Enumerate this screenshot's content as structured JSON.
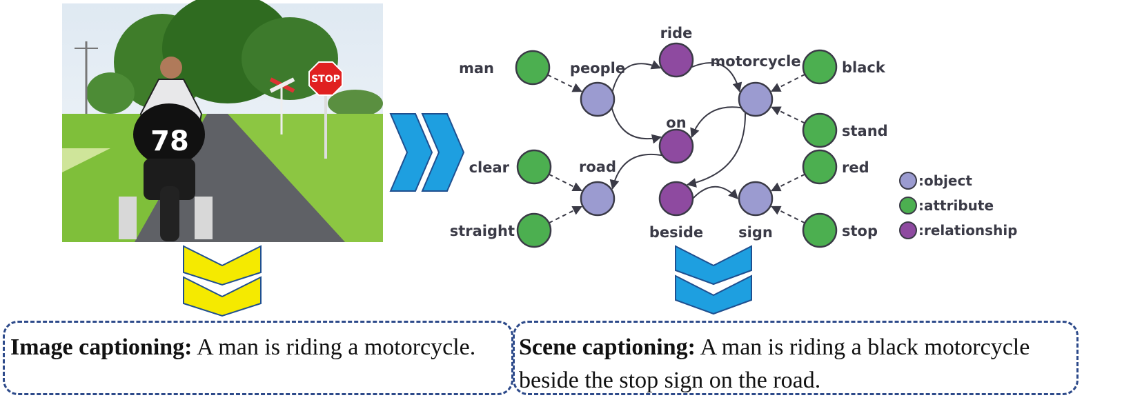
{
  "graph": {
    "nodes": [
      {
        "id": "man",
        "label": "man",
        "kind": "attribute"
      },
      {
        "id": "people",
        "label": "people",
        "kind": "object"
      },
      {
        "id": "ride",
        "label": "ride",
        "kind": "relationship"
      },
      {
        "id": "motorcycle",
        "label": "motorcycle",
        "kind": "object"
      },
      {
        "id": "black",
        "label": "black",
        "kind": "attribute"
      },
      {
        "id": "on",
        "label": "on",
        "kind": "relationship"
      },
      {
        "id": "stand",
        "label": "stand",
        "kind": "attribute"
      },
      {
        "id": "clear",
        "label": "clear",
        "kind": "attribute"
      },
      {
        "id": "road",
        "label": "road",
        "kind": "object"
      },
      {
        "id": "red",
        "label": "red",
        "kind": "attribute"
      },
      {
        "id": "straight",
        "label": "straight",
        "kind": "attribute"
      },
      {
        "id": "beside",
        "label": "beside",
        "kind": "relationship"
      },
      {
        "id": "sign",
        "label": "sign",
        "kind": "object"
      },
      {
        "id": "stop",
        "label": "stop",
        "kind": "attribute"
      }
    ],
    "edges": [
      {
        "from": "man",
        "to": "people",
        "style": "dashed"
      },
      {
        "from": "people",
        "to": "ride",
        "style": "solid"
      },
      {
        "from": "ride",
        "to": "motorcycle",
        "style": "solid"
      },
      {
        "from": "black",
        "to": "motorcycle",
        "style": "dashed"
      },
      {
        "from": "stand",
        "to": "motorcycle",
        "style": "dashed"
      },
      {
        "from": "people",
        "to": "on",
        "style": "solid"
      },
      {
        "from": "motorcycle",
        "to": "on",
        "style": "solid"
      },
      {
        "from": "on",
        "to": "road",
        "style": "solid"
      },
      {
        "from": "motorcycle",
        "to": "beside",
        "style": "solid"
      },
      {
        "from": "beside",
        "to": "sign",
        "style": "solid"
      },
      {
        "from": "clear",
        "to": "road",
        "style": "dashed"
      },
      {
        "from": "straight",
        "to": "road",
        "style": "dashed"
      },
      {
        "from": "red",
        "to": "sign",
        "style": "dashed"
      },
      {
        "from": "stop",
        "to": "sign",
        "style": "dashed"
      }
    ]
  },
  "legend": [
    {
      "kind": "object",
      "label": ":object"
    },
    {
      "kind": "attribute",
      "label": ":attribute"
    },
    {
      "kind": "relationship",
      "label": ":relationship"
    }
  ],
  "colors": {
    "object": "#9b9bd0",
    "attribute": "#4caf50",
    "relationship": "#8e4aa0",
    "blue_chevron": "#1e9fe0",
    "yellow_chevron": "#f5ea00",
    "box_border": "#2d4a8a"
  },
  "photo": {
    "bib_number": "78",
    "sign_text": "STOP"
  },
  "captions": {
    "image": {
      "label": "Image captioning:",
      "text": " A man is riding a motorcycle."
    },
    "scene": {
      "label": "Scene captioning:",
      "text": " A man is riding a black motorcycle beside the stop sign on the road."
    }
  }
}
